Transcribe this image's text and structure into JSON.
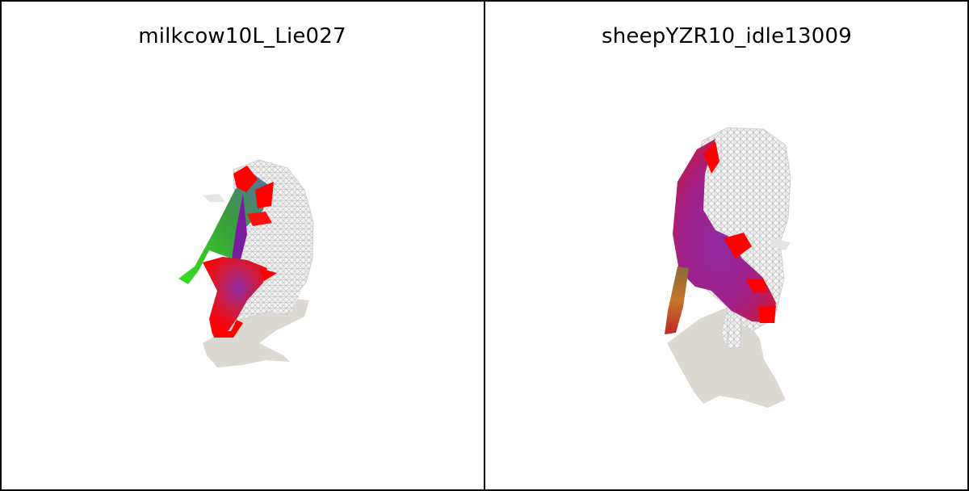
{
  "panels": [
    {
      "title": "milkcow10L_Lie027",
      "subject": "cow-mesh",
      "colors": [
        "#ff0000",
        "#8e2aa0",
        "#39c33a",
        "#d8d8d8"
      ]
    },
    {
      "title": "sheepYZR10_idle13009",
      "subject": "sheep-mesh",
      "colors": [
        "#ff0000",
        "#8e2aa0",
        "#c06a2a",
        "#d8d8d8"
      ]
    }
  ],
  "shadow_color": "#dcd9d2"
}
